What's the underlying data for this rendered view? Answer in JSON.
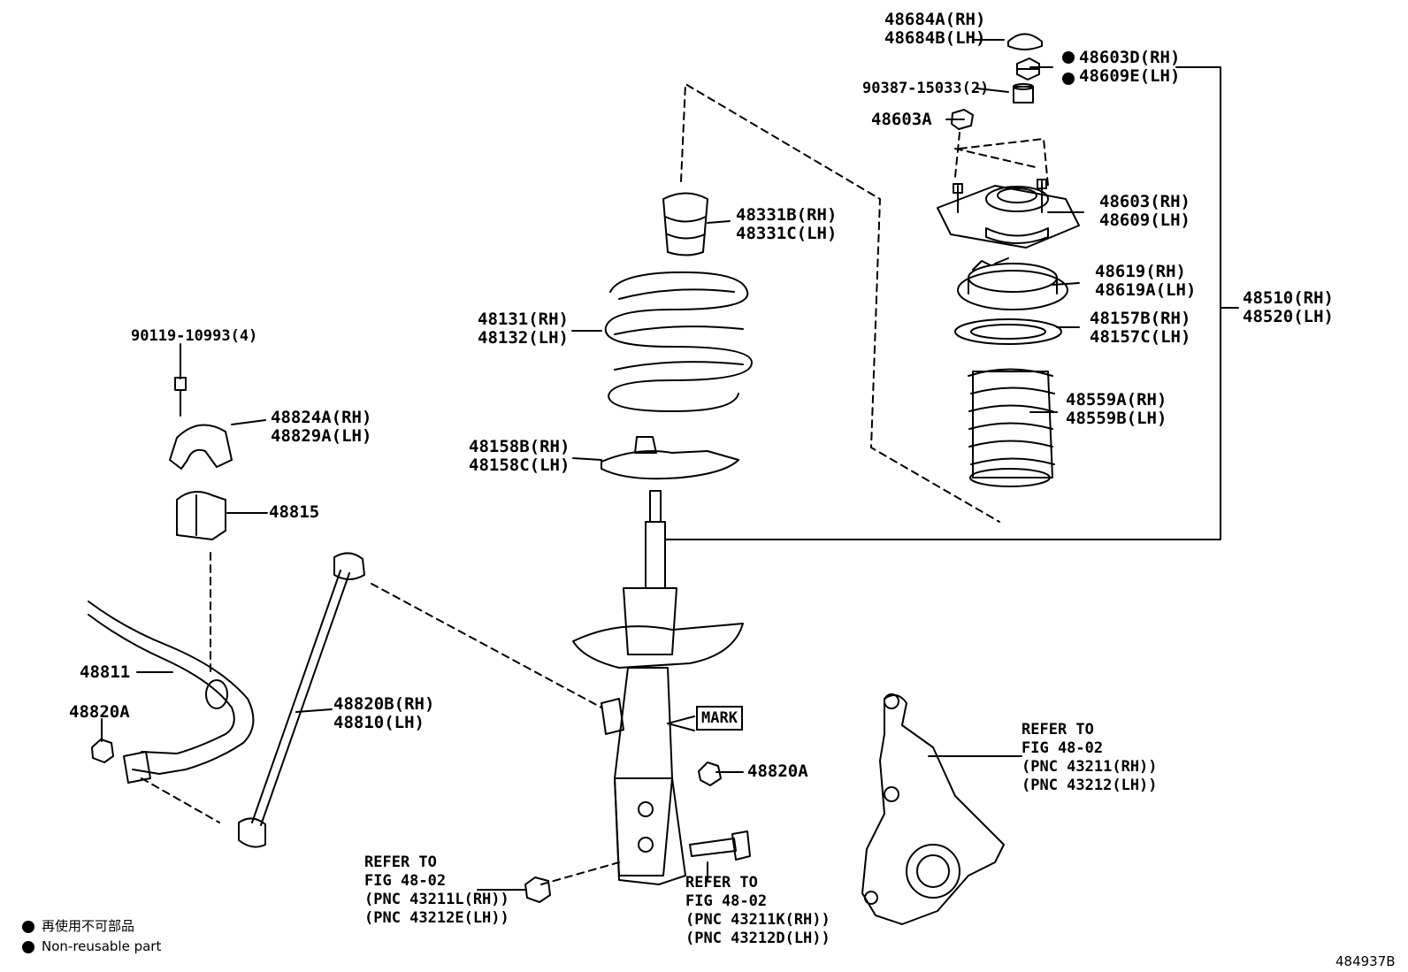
{
  "labels": {
    "p48684": [
      "48684A(RH)",
      "48684B(LH)"
    ],
    "p48603d": [
      "48603D(RH)",
      "48609E(LH)"
    ],
    "p90387": "90387-15033(2)",
    "p48603a": "48603A",
    "p48603": [
      "48603(RH)",
      "48609(LH)"
    ],
    "p48331": [
      "48331B(RH)",
      "48331C(LH)"
    ],
    "p48619": [
      "48619(RH)",
      "48619A(LH)"
    ],
    "p48510": [
      "48510(RH)",
      "48520(LH)"
    ],
    "p48131": [
      "48131(RH)",
      "48132(LH)"
    ],
    "p48157": [
      "48157B(RH)",
      "48157C(LH)"
    ],
    "p48559": [
      "48559A(RH)",
      "48559B(LH)"
    ],
    "p90119": "90119-10993(4)",
    "p48824": [
      "48824A(RH)",
      "48829A(LH)"
    ],
    "p48158": [
      "48158B(RH)",
      "48158C(LH)"
    ],
    "p48815": "48815",
    "p48811": "48811",
    "p48820b": [
      "48820B(RH)",
      "48810(LH)"
    ],
    "p48820a_left": "48820A",
    "p48820a_right": "48820A",
    "mark": "MARK",
    "ref_knuckle": [
      "REFER TO",
      "FIG 48-02",
      "(PNC 43211(RH))",
      "(PNC 43212(LH))"
    ],
    "ref_nut": [
      "REFER TO",
      "FIG 48-02",
      "(PNC 43211L(RH))",
      "(PNC 43212E(LH))"
    ],
    "ref_bolt": [
      "REFER TO",
      "FIG 48-02",
      "(PNC 43211K(RH))",
      "(PNC 43212D(LH))"
    ]
  },
  "legend": {
    "jp": "再使用不可部品",
    "en": "Non-reusable part"
  },
  "figure_id": "484937B"
}
